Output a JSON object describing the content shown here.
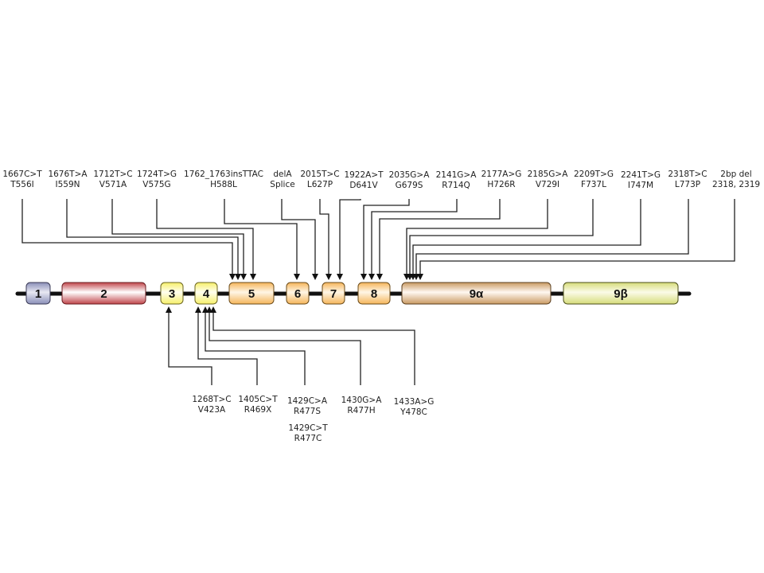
{
  "figure": {
    "title": "",
    "description": "Gene exon structure with mutation positions"
  },
  "exons": [
    {
      "label": "1",
      "color_top": "#e8e8f2",
      "color_mid": "#8a8fb8",
      "border": "#3a3a55"
    },
    {
      "label": "2",
      "color_top": "#ffffff",
      "color_mid": "#c0454a",
      "border": "#6a1c20"
    },
    {
      "label": "3",
      "color_top": "#fffff0",
      "color_mid": "#f6ef6a",
      "border": "#6a6420"
    },
    {
      "label": "4",
      "color_top": "#fffff0",
      "color_mid": "#f6ef6a",
      "border": "#6a6420"
    },
    {
      "label": "5",
      "color_top": "#fff6e6",
      "color_mid": "#f5b55a",
      "border": "#6a4a18"
    },
    {
      "label": "6",
      "color_top": "#fff6e6",
      "color_mid": "#f5b55a",
      "border": "#6a4a18"
    },
    {
      "label": "7",
      "color_top": "#fff6e6",
      "color_mid": "#f5b55a",
      "border": "#6a4a18"
    },
    {
      "label": "8",
      "color_top": "#fff6e6",
      "color_mid": "#f5b55a",
      "border": "#6a4a18"
    },
    {
      "label": "9α",
      "color_top": "#fff8f2",
      "color_mid": "#c99a62",
      "border": "#5a3e1e"
    },
    {
      "label": "9β",
      "color_top": "#fbfbe8",
      "color_mid": "#d6dc7a",
      "border": "#4a4e18"
    }
  ],
  "mutations_top": [
    {
      "nucleotide": "1667C>T",
      "protein": "T556I",
      "exon": "5"
    },
    {
      "nucleotide": "1676T>A",
      "protein": "I559N",
      "exon": "5"
    },
    {
      "nucleotide": "1712T>C",
      "protein": "V571A",
      "exon": "5"
    },
    {
      "nucleotide": "1724T>G",
      "protein": "V575G",
      "exon": "5"
    },
    {
      "nucleotide": "1762_1763insTTAC",
      "protein": "H588L",
      "exon": "6"
    },
    {
      "nucleotide": "delA",
      "protein": "Splice",
      "exon": "6-7"
    },
    {
      "nucleotide": "2015T>C",
      "protein": "L627P",
      "exon": "7"
    },
    {
      "nucleotide": "1922A>T",
      "protein": "D641V",
      "exon": "7-8"
    },
    {
      "nucleotide": "2035G>A",
      "protein": "G679S",
      "exon": "8"
    },
    {
      "nucleotide": "2141G>A",
      "protein": "R714Q",
      "exon": "8"
    },
    {
      "nucleotide": "2177A>G",
      "protein": "H726R",
      "exon": "8"
    },
    {
      "nucleotide": "2185G>A",
      "protein": "V729I",
      "exon": "9α"
    },
    {
      "nucleotide": "2209T>G",
      "protein": "F737L",
      "exon": "9α"
    },
    {
      "nucleotide": "2241T>G",
      "protein": "I747M",
      "exon": "9α"
    },
    {
      "nucleotide": "2318T>C",
      "protein": "L773P",
      "exon": "9α"
    },
    {
      "nucleotide": "2bp del",
      "protein": "2318, 2319",
      "exon": "9α"
    }
  ],
  "mutations_bottom": [
    {
      "nucleotide": "1268T>C",
      "protein": "V423A",
      "exon": "3"
    },
    {
      "nucleotide": "1405C>T",
      "protein": "R469X",
      "exon": "4"
    },
    {
      "nucleotide": "1429C>A",
      "protein": "R477S",
      "extra_nucleotide": "1429C>T",
      "extra_protein": "R477C",
      "exon": "4"
    },
    {
      "nucleotide": "1430G>A",
      "protein": "R477H",
      "exon": "4"
    },
    {
      "nucleotide": "1433A>G",
      "protein": "Y478C",
      "exon": "4"
    }
  ]
}
